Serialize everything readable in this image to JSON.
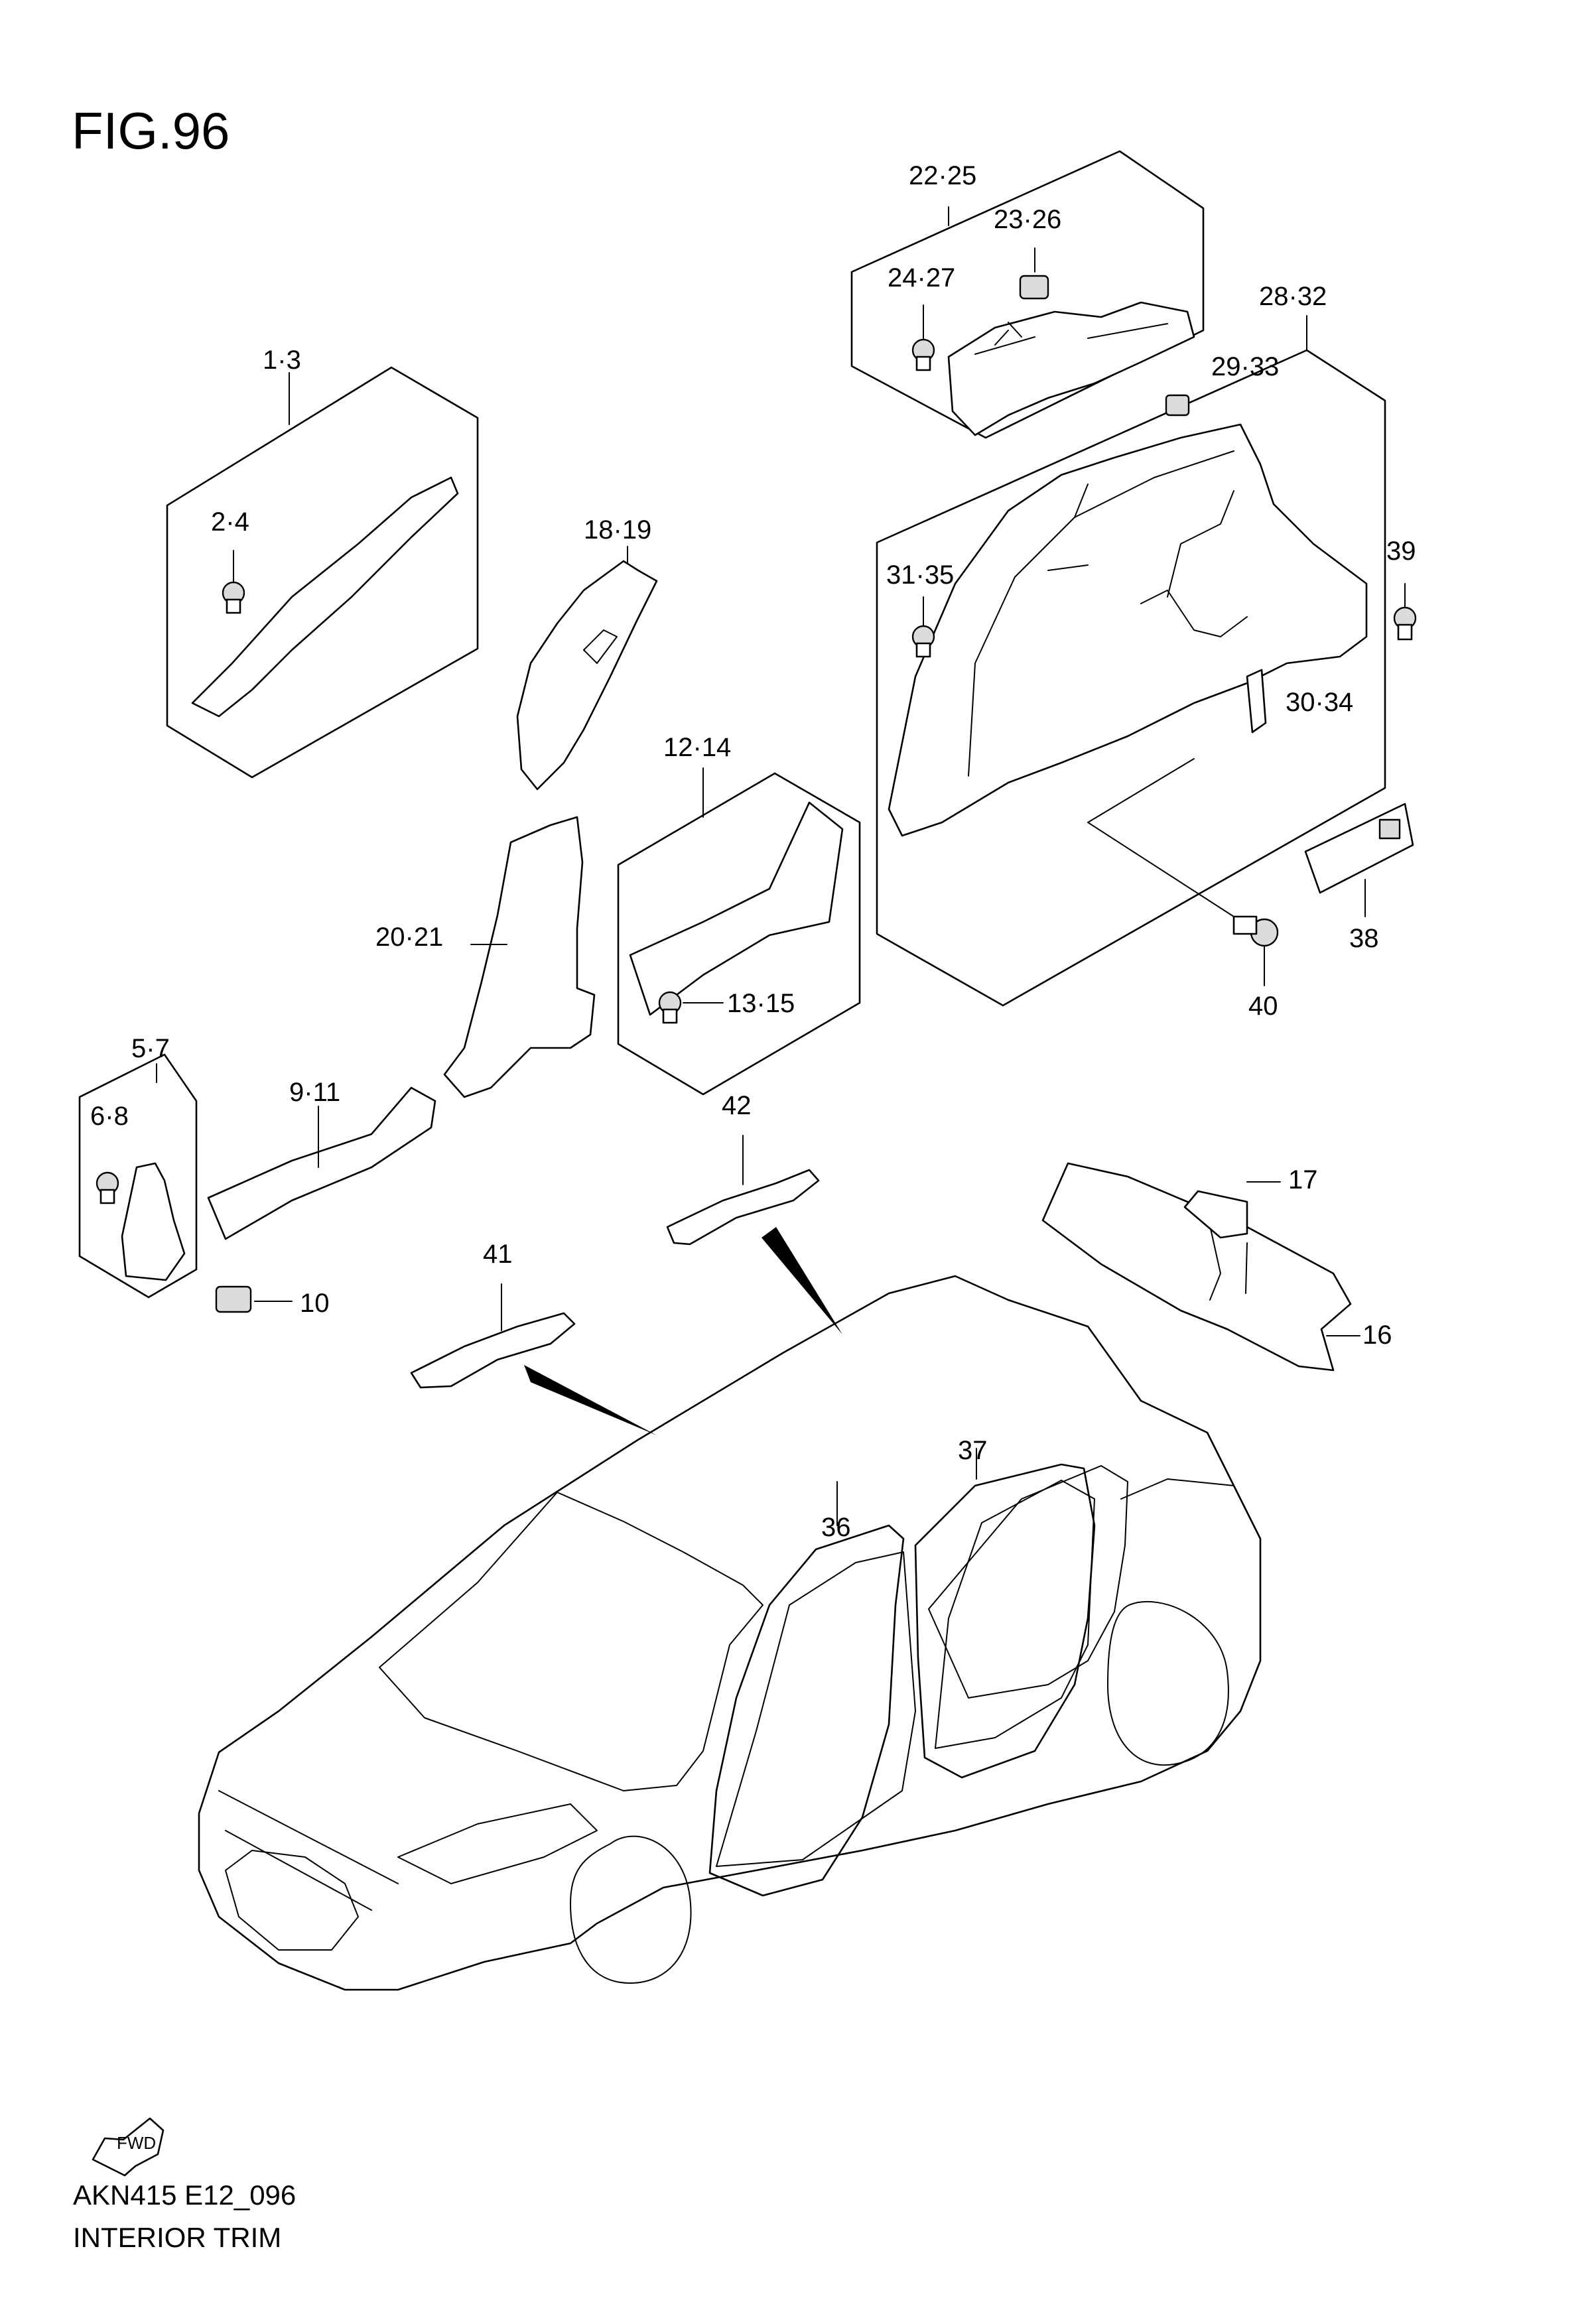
{
  "figure_title": "FIG.96",
  "footer": {
    "code": "AKN415 E12_096",
    "title": "INTERIOR TRIM"
  },
  "fwd_label": "FWD",
  "callouts": [
    "22·25",
    "23·26",
    "24·27",
    "28·32",
    "29·33",
    "1·3",
    "2·4",
    "18·19",
    "31·35",
    "39",
    "30·34",
    "12·14",
    "20·21",
    "13·15",
    "38",
    "40",
    "5·7",
    "9·11",
    "6·8",
    "42",
    "17",
    "41",
    "10",
    "16",
    "37",
    "36"
  ]
}
